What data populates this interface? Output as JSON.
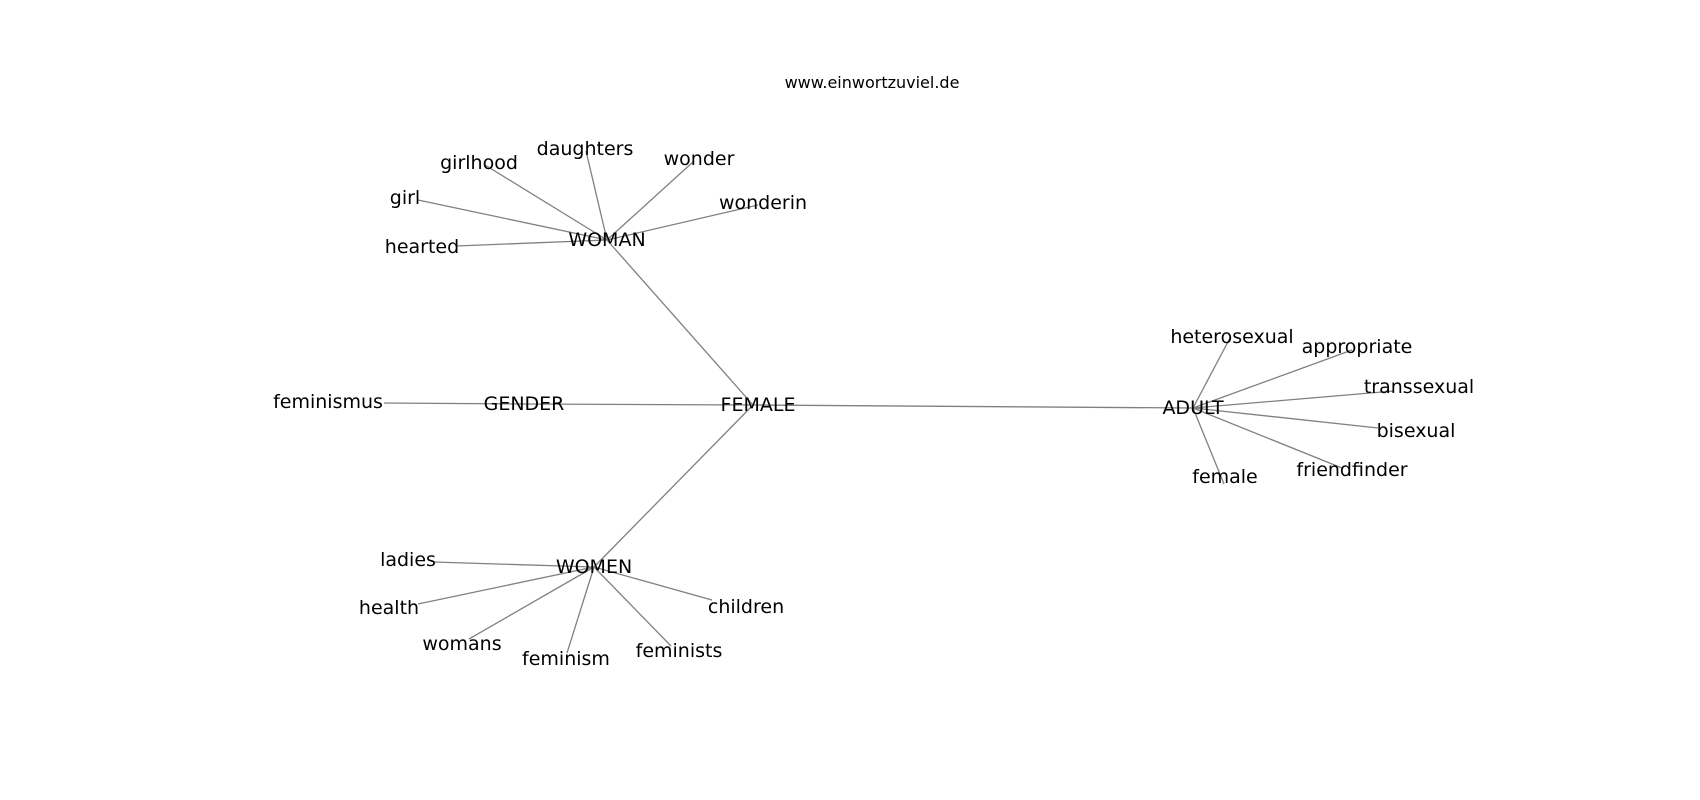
{
  "watermark": "www.einwortzuviel.de",
  "nodes": [
    {
      "id": "FEMALE",
      "label": "FEMALE"
    },
    {
      "id": "WOMAN",
      "label": "WOMAN"
    },
    {
      "id": "GENDER",
      "label": "GENDER"
    },
    {
      "id": "WOMEN",
      "label": "WOMEN"
    },
    {
      "id": "ADULT",
      "label": "ADULT"
    },
    {
      "id": "girlhood",
      "label": "girlhood"
    },
    {
      "id": "daughters",
      "label": "daughters"
    },
    {
      "id": "wonder",
      "label": "wonder"
    },
    {
      "id": "wonderin",
      "label": "wonderin"
    },
    {
      "id": "girl",
      "label": "girl"
    },
    {
      "id": "hearted",
      "label": "hearted"
    },
    {
      "id": "feminismus",
      "label": "feminismus"
    },
    {
      "id": "ladies",
      "label": "ladies"
    },
    {
      "id": "health",
      "label": "health"
    },
    {
      "id": "womans",
      "label": "womans"
    },
    {
      "id": "feminism",
      "label": "feminism"
    },
    {
      "id": "feminists",
      "label": "feminists"
    },
    {
      "id": "children",
      "label": "children"
    },
    {
      "id": "heterosexual",
      "label": "heterosexual"
    },
    {
      "id": "appropriate",
      "label": "appropriate"
    },
    {
      "id": "transsexual",
      "label": "transsexual"
    },
    {
      "id": "bisexual",
      "label": "bisexual"
    },
    {
      "id": "friendfinder",
      "label": "friendfinder"
    },
    {
      "id": "female",
      "label": "female"
    }
  ],
  "edges": [
    [
      "FEMALE",
      "WOMAN"
    ],
    [
      "FEMALE",
      "GENDER"
    ],
    [
      "FEMALE",
      "WOMEN"
    ],
    [
      "FEMALE",
      "ADULT"
    ],
    [
      "WOMAN",
      "girlhood"
    ],
    [
      "WOMAN",
      "daughters"
    ],
    [
      "WOMAN",
      "wonder"
    ],
    [
      "WOMAN",
      "wonderin"
    ],
    [
      "WOMAN",
      "girl"
    ],
    [
      "WOMAN",
      "hearted"
    ],
    [
      "GENDER",
      "feminismus"
    ],
    [
      "WOMEN",
      "ladies"
    ],
    [
      "WOMEN",
      "health"
    ],
    [
      "WOMEN",
      "womans"
    ],
    [
      "WOMEN",
      "feminism"
    ],
    [
      "WOMEN",
      "feminists"
    ],
    [
      "WOMEN",
      "children"
    ],
    [
      "ADULT",
      "heterosexual"
    ],
    [
      "ADULT",
      "appropriate"
    ],
    [
      "ADULT",
      "transsexual"
    ],
    [
      "ADULT",
      "bisexual"
    ],
    [
      "ADULT",
      "friendfinder"
    ],
    [
      "ADULT",
      "female"
    ]
  ]
}
